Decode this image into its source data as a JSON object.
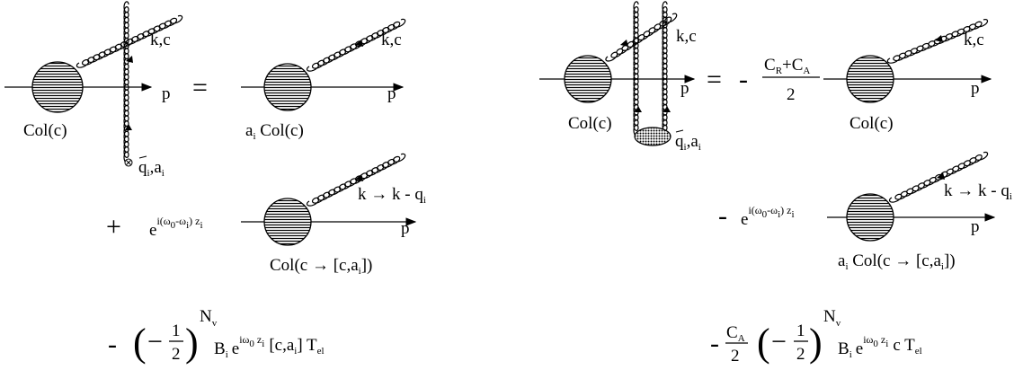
{
  "left": {
    "top_lhs": {
      "label_kc": "k,c",
      "label_p": "p",
      "label_col": "Col(c)",
      "label_q_main": "q",
      "label_q_sub": "i",
      "label_q_rest": ",a",
      "label_q_sub2": "i"
    },
    "equals": "=",
    "top_rhs": {
      "label_kc": "k,c",
      "label_p": "p",
      "label_ai": "a",
      "label_ai_sub": "i",
      "label_col": " Col(c)"
    },
    "middle": {
      "plus": "+",
      "exp_base": "e",
      "exp_text": "i(ω",
      "exp_sub0": "0",
      "exp_mid": "-ω",
      "exp_subi": "i",
      "exp_end": ") z",
      "exp_subi2": "i",
      "label_k": "k → k - q",
      "label_k_sub": "i",
      "label_p": "p",
      "label_col": "Col(c → [c,a",
      "label_col_sub": "i",
      "label_col_end": "])"
    },
    "bottom": {
      "minus": "-",
      "inner_minus": "−",
      "frac_num": "1",
      "frac_den": "2",
      "power": "N",
      "power_sub": "v",
      "b": "B",
      "b_sub": "i",
      "e": "e",
      "e_sup": "iω",
      "e_sup_sub": "0",
      "e_sup_z": " z",
      "e_sup_zi": "i",
      "comm": "[c,a",
      "comm_sub": "i",
      "comm_end": "] T",
      "t_sub": "el"
    }
  },
  "right": {
    "top_lhs": {
      "label_kc": "k,c",
      "label_p": "p",
      "label_col": "Col(c)",
      "label_q_main": "q",
      "label_q_sub": "i",
      "label_q_rest": ",a",
      "label_q_sub2": "i"
    },
    "equals": "=",
    "minus": "-",
    "frac": {
      "num_a": "C",
      "num_a_sub": "R",
      "num_plus": "+C",
      "num_b_sub": "A",
      "den": "2"
    },
    "top_rhs": {
      "label_kc": "k,c",
      "label_p": "p",
      "label_col": "Col(c)"
    },
    "middle": {
      "minus": "-",
      "exp_base": "e",
      "exp_text": "i(ω",
      "exp_sub0": "0",
      "exp_mid": "-ω",
      "exp_subi": "i",
      "exp_end": ") z",
      "exp_subi2": "i",
      "label_k": "k → k - q",
      "label_k_sub": "i",
      "label_p": "p",
      "label_ai": "a",
      "label_ai_sub": "i",
      "label_col": " Col(c → [c,a",
      "label_col_sub": "i",
      "label_col_end": "])"
    },
    "bottom": {
      "minus": "-",
      "ca": "C",
      "ca_sub": "A",
      "ca_den": "2",
      "inner_minus": "−",
      "frac_num": "1",
      "frac_den": "2",
      "power": "N",
      "power_sub": "v",
      "b": "B",
      "b_sub": "i",
      "e": "e",
      "e_sup": "iω",
      "e_sup_sub": "0",
      "e_sup_z": " z",
      "e_sup_zi": "i",
      "c": "c T",
      "t_sub": "el"
    }
  }
}
